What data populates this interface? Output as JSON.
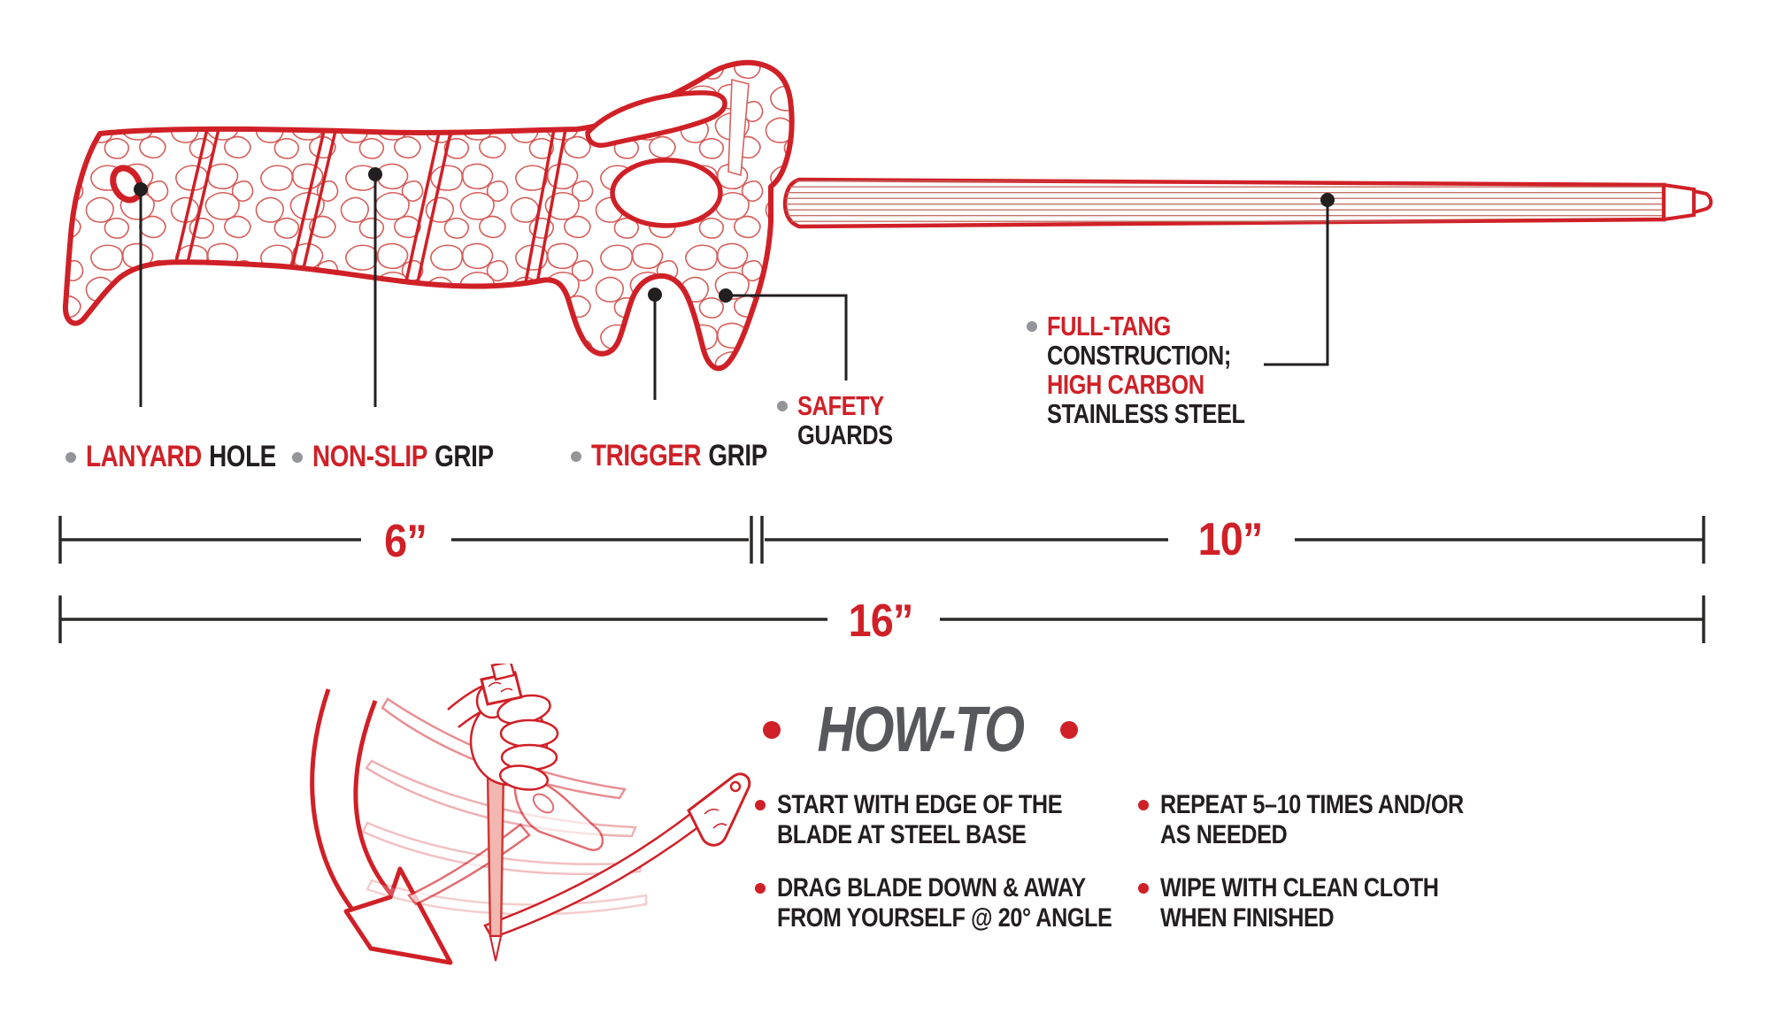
{
  "colors": {
    "red": "#d02027",
    "ink": "#231f20",
    "gray_bullet": "#939598",
    "howto_gray": "#57585b",
    "light_red": "#d4605c",
    "ridge": "#c06a60",
    "steel_pink": "#f2b7b1",
    "dim_line": "#2b2a29"
  },
  "part_labels": {
    "lanyard": {
      "accent": "LANYARD",
      "rest": "HOLE"
    },
    "non_slip": {
      "accent": "NON-SLIP",
      "rest": "GRIP"
    },
    "trigger": {
      "accent": "TRIGGER",
      "rest": "GRIP"
    },
    "safety": {
      "accent": "SAFETY",
      "rest": "GUARDS"
    },
    "full_tang": {
      "accent1": "FULL-TANG",
      "line2": "CONSTRUCTION;",
      "accent2": "HIGH CARBON",
      "line3": "STAINLESS STEEL"
    }
  },
  "dims": {
    "handle": "6”",
    "steel": "10”",
    "total": "16”"
  },
  "howto": {
    "title": "HOW-TO",
    "steps": [
      {
        "line1": "START WITH EDGE OF THE",
        "line2": "BLADE AT STEEL BASE"
      },
      {
        "line1": "DRAG BLADE DOWN & AWAY",
        "line2": "FROM YOURSELF @ 20° ANGLE"
      },
      {
        "line1": "REPEAT 5–10 TIMES AND/OR",
        "line2": "AS NEEDED"
      },
      {
        "line1": "WIPE WITH CLEAN CLOTH",
        "line2": "WHEN FINISHED"
      }
    ]
  }
}
